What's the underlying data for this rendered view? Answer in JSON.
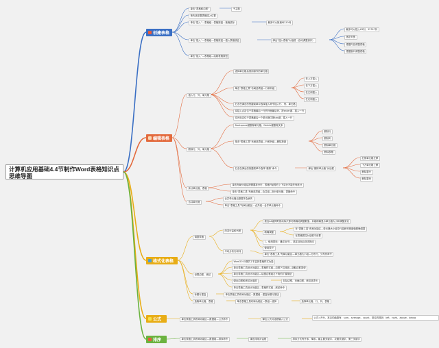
{
  "root": {
    "title": "计算机应用基础4.4节制作Word表格知识点思维导图"
  },
  "topics": {
    "create": {
      "label": "创建表格",
      "color": "#3a6fc4",
      "l1": "单击“表格和边框”",
      "l2": "首先选择要表格插入位置",
      "l3": "单击“插入”—表格组—表格按钮—拖曳鼠标",
      "l4": "单击“插入”—表格组—表格按钮—插入表格按钮",
      "l5": "单击“插入”—表格组—绘制表格按钮",
      "a1": "子主题",
      "a3": "最多可以拖曳8行10列",
      "a4": "弹出“插入表格”对话框（自动调整操作）",
      "b1": "最多可以插入63列，32767列",
      "b2": "固定列宽",
      "b3": "根据内容调整表格",
      "b4": "根据窗口调整表格"
    },
    "edit": {
      "label": "编辑表格",
      "color": "#e36a3d",
      "k1": "插入行、列、单元格",
      "k2": "删除行、列、单元格",
      "k3": "拆分单元格、表格",
      "k4": "合并单元格",
      "i1": "选择单元格后使用操作的单元格",
      "i2": "单击“表格工具”布局选项组—行和列组",
      "i3": "右击在弹出的快捷菜单中选择插入命令插入行、列、单元格",
      "i4": "将插入点定位于表格最后一行的外面最后列，按enter键，插入一行",
      "i5": "将光标定位于表格最后一个单元格中按tab键，插入一行",
      "j1": "在上方插入",
      "j2": "在下方插入",
      "j3": "在左侧插入",
      "j4": "在右侧插入",
      "d1": "Backspace键删除单元格、Delete键删除文本",
      "d2": "单击“表格工具”布局选项组—行和列组—删除按钮",
      "d3": "右击在弹出的快捷菜单中选择“删除”命令",
      "d4": "弹出“删除单元格”对话框",
      "e1": "删除行",
      "e2": "删除列",
      "e3": "删除单元格",
      "e4": "删除表格",
      "f1": "右侧单元格左移",
      "f2": "下方单元格上移",
      "f3": "删除整行",
      "f4": "删除整列",
      "s1": "单击布局分组后按需要拆分行、表格开始是在上下将分不能先有纸分",
      "s2": "单击“表格工具”布局选项组—合并组—拆分单元格、表格命令",
      "m1": "合并单元格后数据不会丢失",
      "m2": "单击“表格工具”布局功能区—合并组—合并单元格命令"
    },
    "format": {
      "label": "格式化表格",
      "color": "#e8ad16",
      "k1": "调整表格",
      "k2": "设置边框、底纹",
      "k3": "标题行重复",
      "k4": "选取单元格、表格",
      "p1": "改变行高和列宽",
      "p2": "平均分布行和列",
      "q1": "按住Alt键同时拖动标尺即可精确地调整数值，并能精确显示单元格大小和调整变化",
      "q2": "精确调整",
      "q3": "在“表格工具”布局功能区—单元格大小组中行高和列宽键值精确调整",
      "q4": "在表格属性对话框中设置",
      "q5": "1、使用鼠标：通过标尺1、选定目标后双击拖动",
      "q6": "使用表尺",
      "q7": "单击“表格工具”布局功能区—单元格大小组—分布行、分布列命令",
      "b1": "Word2010提供了丰富的表格样式功能",
      "b2": "单击表格工具设计功能区—表格样式组—边框下拉按钮—选取边框类型",
      "b3": "单击表格工具设计功能区—绘图边框组右下角的扩展按钮",
      "b4": "弹出边框和底纹对话框",
      "b5": "包括边框、页面边框、底纹选项卡",
      "b6": "单击表格工具设计功能区—表格样式组—底纹命令",
      "r1": "单击表格工具布局功能区—数据组—重复标题行按钮",
      "t1": "单击表格工具布局功能区—表组—选择",
      "t2": "选择单元格、行、列、表格"
    },
    "formula": {
      "label": "公式",
      "color": "#e8ad16",
      "n1": "单击表格工具布局功能区—数据组—公式命令",
      "n2": "弹出公式对话框输入公式",
      "n3": "公式=开头，常见的函数有：sum、average、count、常见的规则：left、right、above、below"
    },
    "sort": {
      "label": "排序",
      "color": "#6bb33f",
      "n1": "单击表格工具布局功能区—数据组—排序命令",
      "n2": "弹出排序对话框",
      "n3": "排序方式有升序、降序，最主要关键字、次要关键字、第三关键字"
    }
  }
}
